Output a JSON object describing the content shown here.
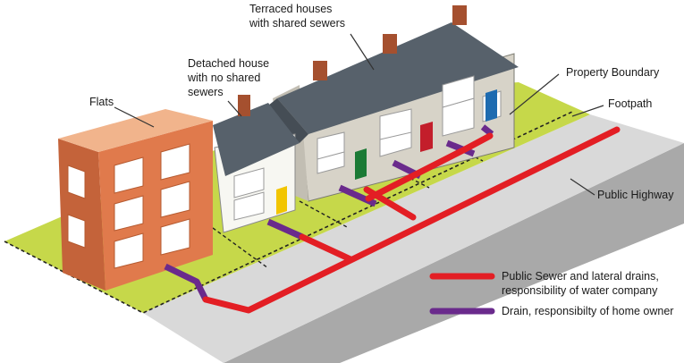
{
  "labels": {
    "terraced_line1": "Terraced houses",
    "terraced_line2": "with shared sewers",
    "detached_line1": "Detached house",
    "detached_line2": "with no shared",
    "detached_line3": "sewers",
    "flats": "Flats",
    "property_boundary": "Property Boundary",
    "footpath": "Footpath",
    "public_highway": "Public Highway"
  },
  "legend": {
    "public_line1": "Public Sewer and lateral drains,",
    "public_line2": "responsibility of water company",
    "private_line1": "Drain, responsibilty of home owner"
  },
  "colors": {
    "public_sewer": "#e31e24",
    "private_drain": "#6a2a8c",
    "lawn": "#c6d84a",
    "footpath": "#d9d9d9",
    "highway": "#a9a9a9",
    "flats_wall": "#e07a4c",
    "roof": "#57616b"
  }
}
